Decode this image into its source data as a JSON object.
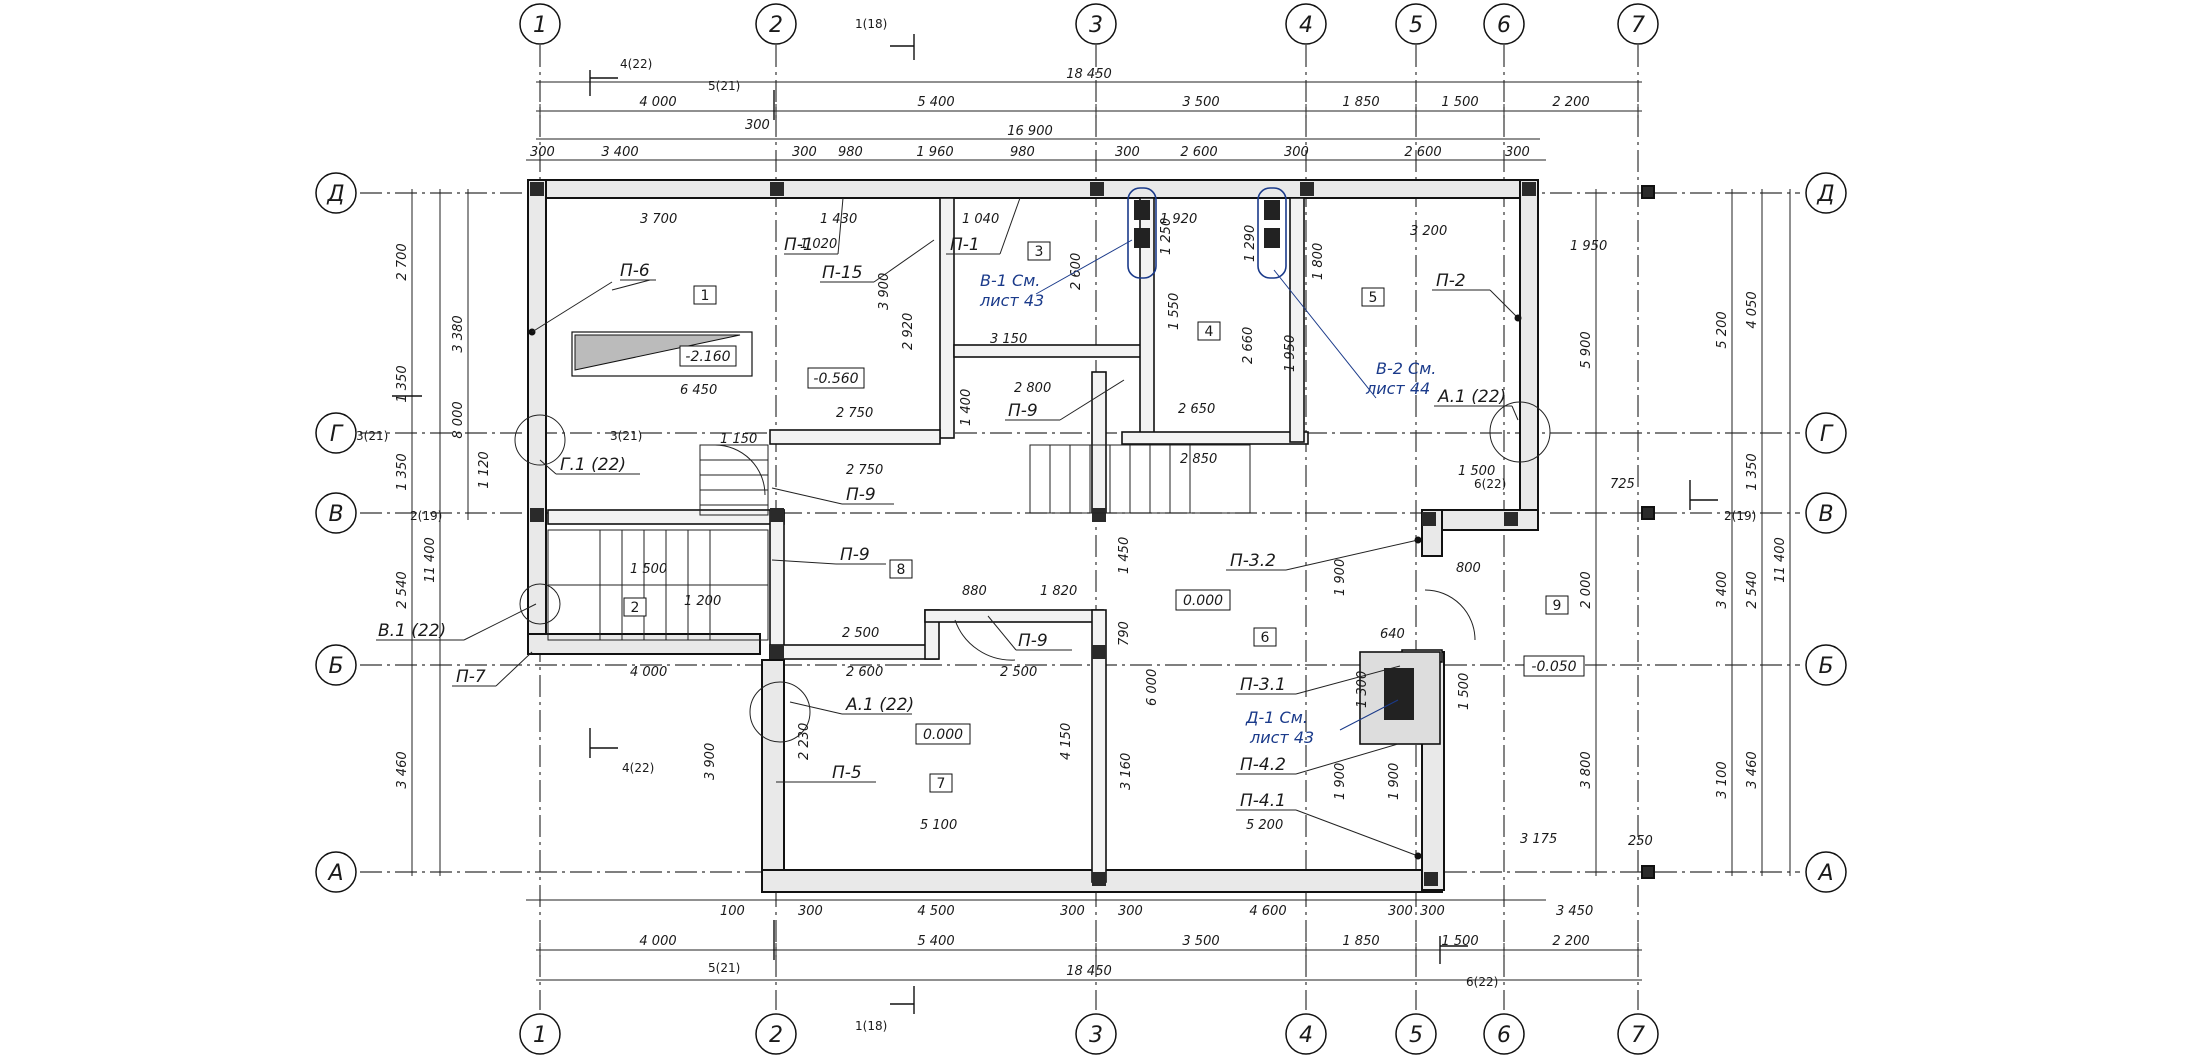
{
  "axes": {
    "columns": [
      "1",
      "2",
      "3",
      "4",
      "5",
      "6",
      "7"
    ],
    "rows": [
      "Д",
      "Г",
      "В",
      "Б",
      "А"
    ]
  },
  "dims": {
    "overall": "18 450",
    "top_chain": [
      "4 000",
      "5 400",
      "3 500",
      "1 850",
      "1 500",
      "2 200"
    ],
    "bottom_chain": [
      "4 000",
      "5 400",
      "3 500",
      "1 850",
      "1 500",
      "2 200"
    ],
    "second_top": "16 900",
    "wall_chain": [
      "300",
      "3 400",
      "300",
      "300",
      "980",
      "1 960",
      "980",
      "300",
      "2 600",
      "300",
      "2 600",
      "300"
    ],
    "left_outer": [
      "2 700",
      "1 350",
      "1 350",
      "2 540",
      "3 460"
    ],
    "left_total": "11 400",
    "left_mid": [
      "3 380",
      "8 000",
      "1 120"
    ],
    "right_outer": [
      "4 050",
      "1 350",
      "2 540",
      "3 460"
    ],
    "right_total": "11 400",
    "right_mid": [
      "5 200",
      "3 400",
      "3 100"
    ],
    "right_inner": [
      "5 900",
      "3 800",
      "2 000"
    ],
    "bottom_wall_chain": [
      "100",
      "300",
      "4 500",
      "300",
      "300",
      "4 600",
      "300",
      "300",
      "3 450"
    ],
    "interior": [
      "3 700",
      "1 430",
      "1 020",
      "1 040",
      "1 920",
      "3 200",
      "1 950",
      "6 450",
      "3 150",
      "2 800",
      "2 650",
      "2 850",
      "2 750",
      "2 750",
      "1 150",
      "1 500",
      "1 200",
      "2 500",
      "2 600",
      "2 500",
      "1 820",
      "880",
      "4 000",
      "5 100",
      "5 200",
      "3 175",
      "1 500",
      "3 900",
      "2 920",
      "1 400",
      "1 550",
      "2 660",
      "1 950",
      "1 800",
      "1 290",
      "1 250",
      "2 600",
      "1 900",
      "1 900",
      "1 900",
      "1 500",
      "1 300",
      "4 150",
      "3 160",
      "6 000",
      "3 900",
      "2 230",
      "1 450",
      "790",
      "640",
      "800",
      "725",
      "250"
    ]
  },
  "refs": {
    "sec_top_1": "1(18)",
    "sec_top_2": "4(22)",
    "sec_top_3": "5(21)",
    "sec_bot_1": "1(18)",
    "sec_bot_2": "5(21)",
    "sec_bot_3": "6(22)",
    "sec_left_1": "3(21)",
    "sec_left_2": "3(21)",
    "sec_right_1": "2(19)",
    "sec_right_2": "6(22)",
    "sec_low_left": "4(22)",
    "sec_left_3": "2(19)"
  },
  "callouts": {
    "p6": "П-6",
    "p1a": "П-1",
    "p1b": "П-1",
    "p15": "П-15",
    "p2": "П-2",
    "p9a": "П-9",
    "p9b": "П-9",
    "p9c": "П-9",
    "p9d": "П-9",
    "p7": "П-7",
    "p5": "П-5",
    "p32": "П-3.2",
    "p31": "П-3.1",
    "p42": "П-4.2",
    "p41": "П-4.1",
    "g1": "Г.1 (22)",
    "b1": "В.1 (22)",
    "a1a": "А.1 (22)",
    "a1b": "А.1 (22)"
  },
  "notes": {
    "v1_line1": "В-1 См.",
    "v1_line2": "лист 43",
    "v2_line1": "В-2 См.",
    "v2_line2": "лист 44",
    "d1_line1": "Д-1 См.",
    "d1_line2": "лист 43"
  },
  "rooms": [
    "1",
    "2",
    "3",
    "4",
    "5",
    "6",
    "7",
    "8",
    "9"
  ],
  "levels": {
    "pit": "-2.160",
    "r1": "-0.560",
    "r6": "0.000",
    "r7": "0.000",
    "r9": "-0.050"
  }
}
